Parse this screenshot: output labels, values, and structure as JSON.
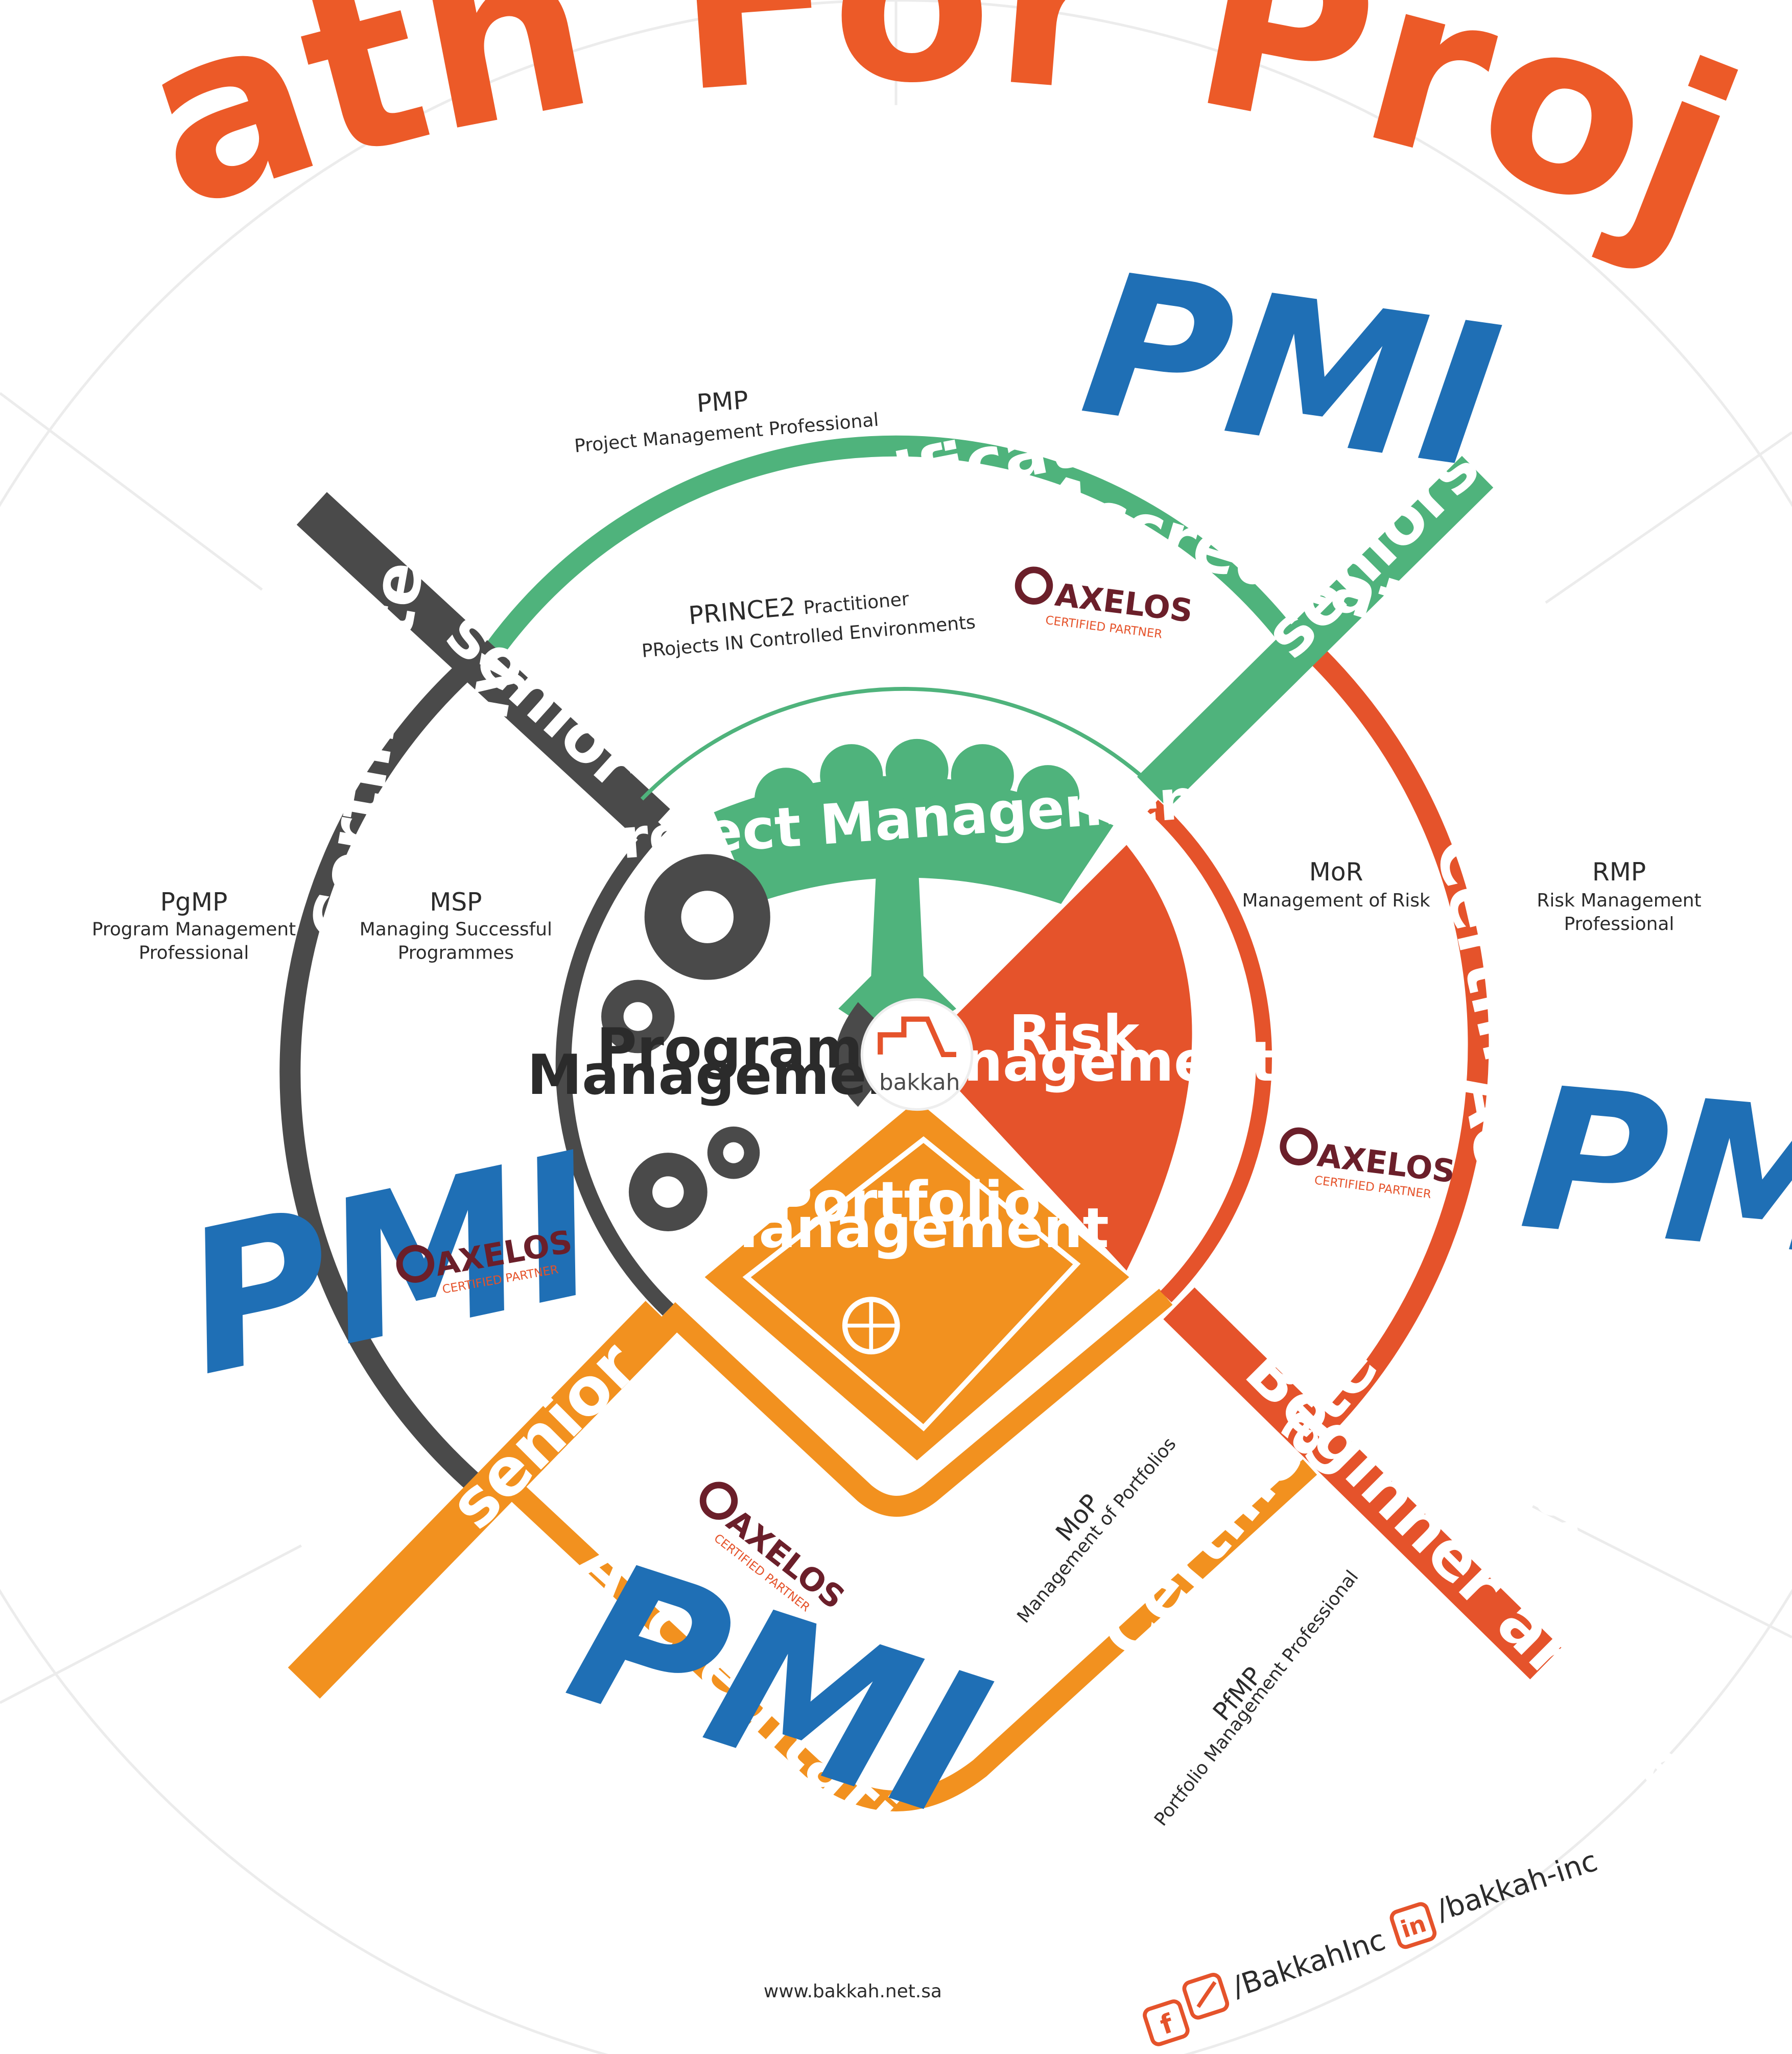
{
  "title": "Certification Path For Project Managers",
  "areas": {
    "project": "Project Management",
    "program": "Program Management",
    "risk": "Risk Management",
    "portfolio": "Portfolio Management"
  },
  "band_labels": {
    "certificate": "Certificate",
    "accreditation": "Accreditation body",
    "senior": "senior",
    "seniors": "seniors",
    "beginner": "Beginner and seniors"
  },
  "certifications": {
    "pmp": {
      "name": "PMP",
      "full": "Project Management Professional"
    },
    "prince2": {
      "name": "PRINCE2",
      "suffix": "Practitioner",
      "full": "PRojects IN Controlled Environments"
    },
    "pgmp": {
      "name": "PgMP",
      "full_1": "Program Management",
      "full_2": "Professional"
    },
    "msp": {
      "name": "MSP",
      "full_1": "Managing Successful",
      "full_2": "Programmes"
    },
    "mor": {
      "name": "MoR",
      "full": "Management of Risk"
    },
    "rmp": {
      "name": "RMP",
      "full_1": "Risk Management",
      "full_2": "Professional"
    },
    "mop": {
      "name": "MoP",
      "full": "Management of Portfolios"
    },
    "pfmp": {
      "name": "PfMP",
      "full": "Portfolio Management Professional"
    }
  },
  "logos": {
    "pmi": "PMI",
    "axelos": "AXELOS",
    "axelos_sub": "CERTIFIED PARTNER",
    "bakkah": "bakkah"
  },
  "footer": {
    "url": "www.bakkah.net.sa",
    "social_handle": "/BakkahInc",
    "linkedin_handle": "/bakkah-inc"
  },
  "colors": {
    "green": "#4fb37c",
    "dark": "#4a4a4a",
    "orange_red": "#e5532b",
    "orange": "#f2911f",
    "title": "#ec5a28",
    "pmi_blue": "#1f6fb5",
    "axelos_maroon": "#6b1f2a"
  }
}
